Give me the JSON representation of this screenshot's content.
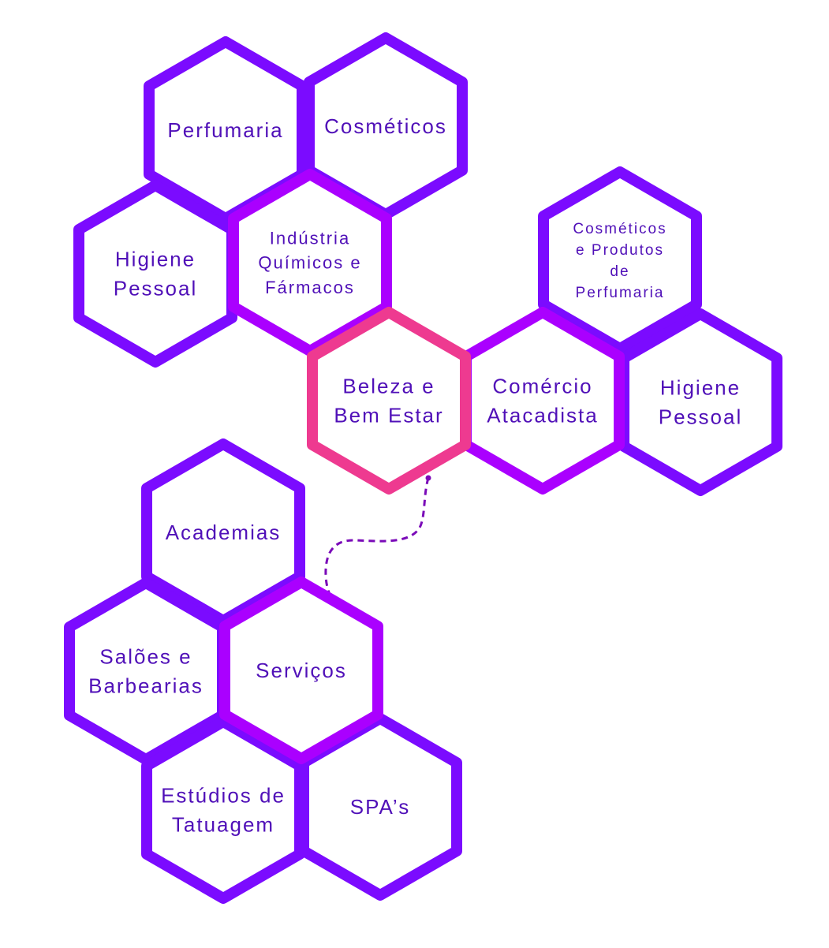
{
  "colors": {
    "outer": "#7b0bff",
    "category": "#aa00ff",
    "center": "#ee3a90",
    "text": "#5010b8",
    "connector": "#7a0ab8"
  },
  "hexagons": [
    {
      "id": "perfumaria",
      "role": "outer",
      "lines": [
        "Perfumaria"
      ]
    },
    {
      "id": "cosmeticos",
      "role": "outer",
      "lines": [
        "Cosméticos"
      ]
    },
    {
      "id": "higiene-pessoal-left",
      "role": "outer",
      "lines": [
        "Higiene",
        "Pessoal"
      ]
    },
    {
      "id": "cosmeticos-produtos",
      "role": "outer",
      "lines": [
        "Cosméticos",
        "e Produtos",
        "de",
        "Perfumaria"
      ]
    },
    {
      "id": "higiene-pessoal-right",
      "role": "outer",
      "lines": [
        "Higiene",
        "Pessoal"
      ]
    },
    {
      "id": "academias",
      "role": "outer",
      "lines": [
        "Academias"
      ]
    },
    {
      "id": "saloes",
      "role": "outer",
      "lines": [
        "Salões e",
        "Barbearias"
      ]
    },
    {
      "id": "estudios",
      "role": "outer",
      "lines": [
        "Estúdios de",
        "Tatuagem"
      ]
    },
    {
      "id": "spas",
      "role": "outer",
      "lines": [
        "SPA’s"
      ]
    },
    {
      "id": "industria",
      "role": "category",
      "lines": [
        "Indústria",
        "Químicos e",
        "Fármacos"
      ]
    },
    {
      "id": "comercio",
      "role": "category",
      "lines": [
        "Comércio",
        "Atacadista"
      ]
    },
    {
      "id": "servicos",
      "role": "category",
      "lines": [
        "Serviços"
      ]
    },
    {
      "id": "beleza",
      "role": "center",
      "lines": [
        "Beleza e",
        "Bem Estar"
      ]
    }
  ]
}
